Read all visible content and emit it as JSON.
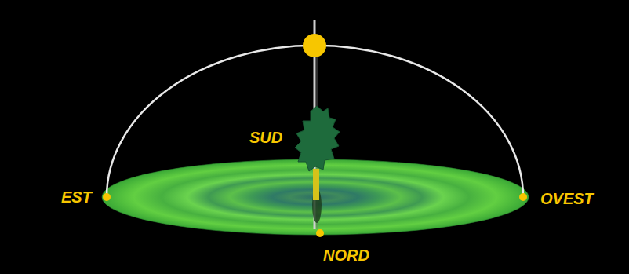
{
  "diagram": {
    "labels": [
      "SUD",
      "EST",
      "OVEST",
      "NORD"
    ]
  }
}
